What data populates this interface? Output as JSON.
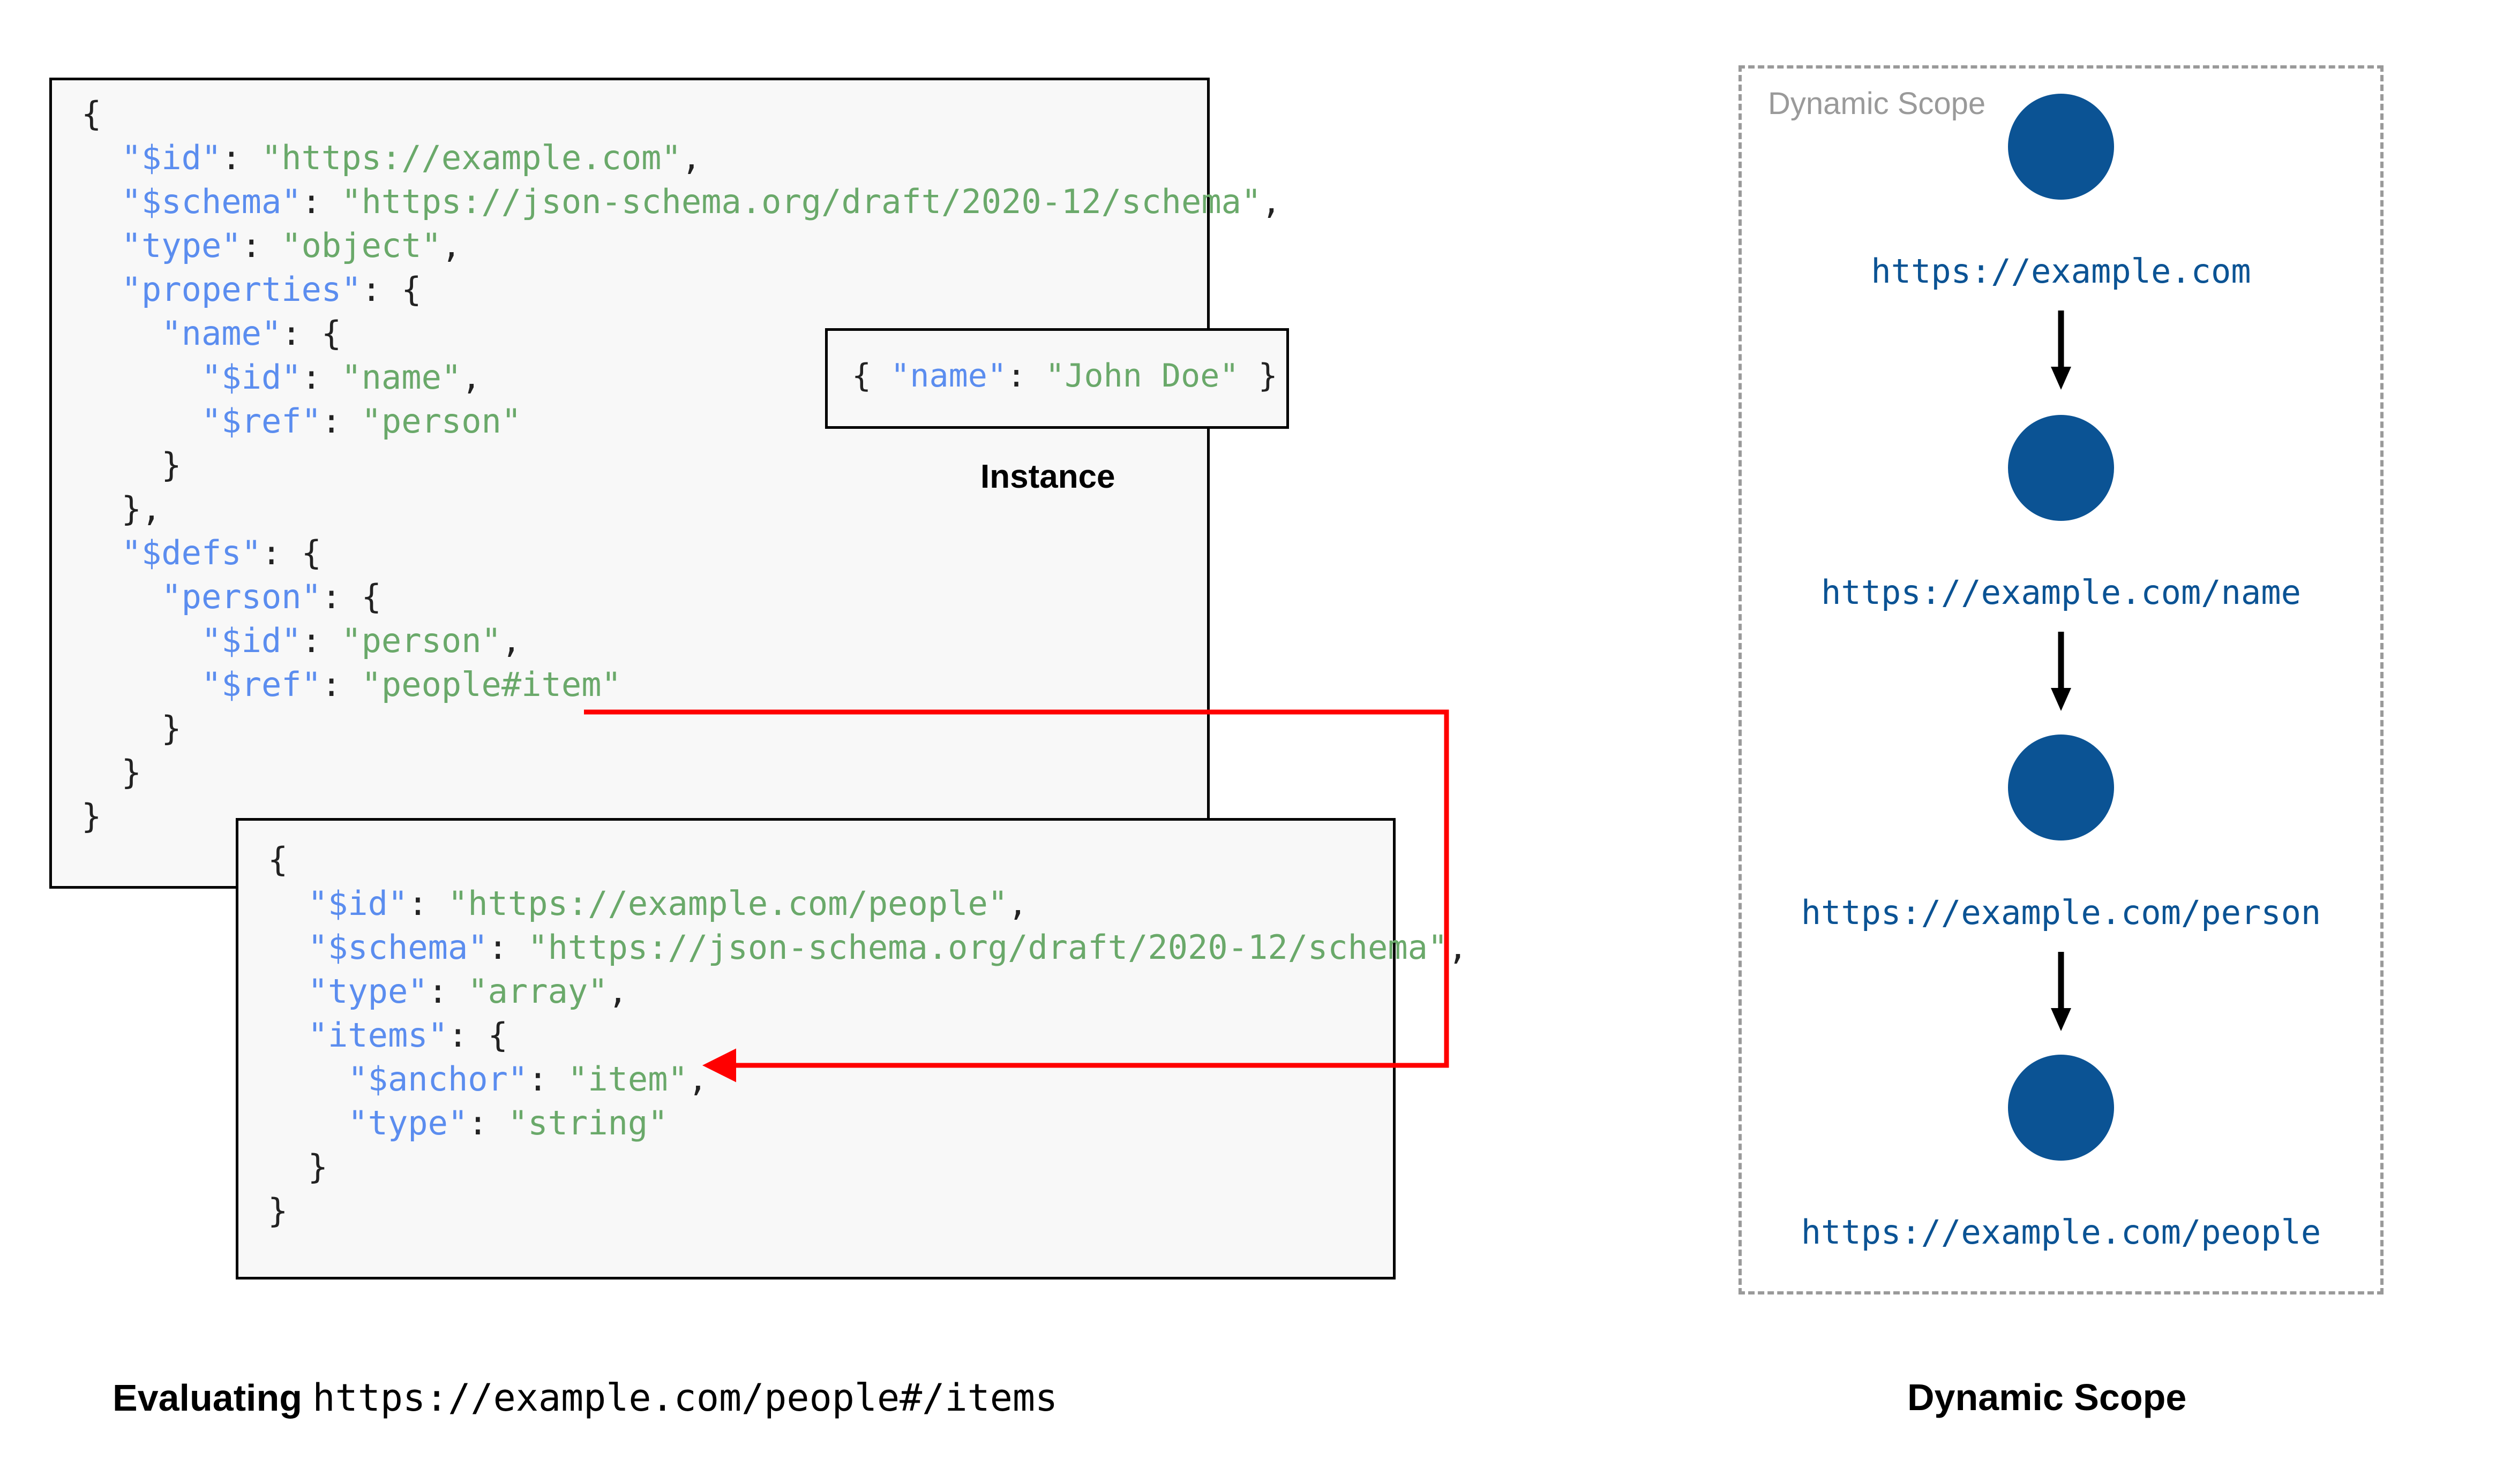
{
  "schema_root": {
    "lines": [
      [
        {
          "t": "{",
          "c": "p"
        }
      ],
      [
        {
          "t": "  ",
          "c": "p"
        },
        {
          "t": "\"$id\"",
          "c": "k"
        },
        {
          "t": ": ",
          "c": "p"
        },
        {
          "t": "\"https://example.com\"",
          "c": "s"
        },
        {
          "t": ",",
          "c": "p"
        }
      ],
      [
        {
          "t": "  ",
          "c": "p"
        },
        {
          "t": "\"$schema\"",
          "c": "k"
        },
        {
          "t": ": ",
          "c": "p"
        },
        {
          "t": "\"https://json-schema.org/draft/2020-12/schema\"",
          "c": "s"
        },
        {
          "t": ",",
          "c": "p"
        }
      ],
      [
        {
          "t": "  ",
          "c": "p"
        },
        {
          "t": "\"type\"",
          "c": "k"
        },
        {
          "t": ": ",
          "c": "p"
        },
        {
          "t": "\"object\"",
          "c": "s"
        },
        {
          "t": ",",
          "c": "p"
        }
      ],
      [
        {
          "t": "  ",
          "c": "p"
        },
        {
          "t": "\"properties\"",
          "c": "k"
        },
        {
          "t": ": {",
          "c": "p"
        }
      ],
      [
        {
          "t": "    ",
          "c": "p"
        },
        {
          "t": "\"name\"",
          "c": "k"
        },
        {
          "t": ": {",
          "c": "p"
        }
      ],
      [
        {
          "t": "      ",
          "c": "p"
        },
        {
          "t": "\"$id\"",
          "c": "k"
        },
        {
          "t": ": ",
          "c": "p"
        },
        {
          "t": "\"name\"",
          "c": "s"
        },
        {
          "t": ",",
          "c": "p"
        }
      ],
      [
        {
          "t": "      ",
          "c": "p"
        },
        {
          "t": "\"$ref\"",
          "c": "k"
        },
        {
          "t": ": ",
          "c": "p"
        },
        {
          "t": "\"person\"",
          "c": "s"
        }
      ],
      [
        {
          "t": "    }",
          "c": "p"
        }
      ],
      [
        {
          "t": "  },",
          "c": "p"
        }
      ],
      [
        {
          "t": "  ",
          "c": "p"
        },
        {
          "t": "\"$defs\"",
          "c": "k"
        },
        {
          "t": ": {",
          "c": "p"
        }
      ],
      [
        {
          "t": "    ",
          "c": "p"
        },
        {
          "t": "\"person\"",
          "c": "k"
        },
        {
          "t": ": {",
          "c": "p"
        }
      ],
      [
        {
          "t": "      ",
          "c": "p"
        },
        {
          "t": "\"$id\"",
          "c": "k"
        },
        {
          "t": ": ",
          "c": "p"
        },
        {
          "t": "\"person\"",
          "c": "s"
        },
        {
          "t": ",",
          "c": "p"
        }
      ],
      [
        {
          "t": "      ",
          "c": "p"
        },
        {
          "t": "\"$ref\"",
          "c": "k"
        },
        {
          "t": ": ",
          "c": "p"
        },
        {
          "t": "\"people#item\"",
          "c": "s"
        }
      ],
      [
        {
          "t": "    }",
          "c": "p"
        }
      ],
      [
        {
          "t": "  }",
          "c": "p"
        }
      ],
      [
        {
          "t": "}",
          "c": "p"
        }
      ]
    ]
  },
  "instance": {
    "label": "Instance",
    "lines": [
      [
        {
          "t": "{ ",
          "c": "p"
        },
        {
          "t": "\"name\"",
          "c": "k"
        },
        {
          "t": ": ",
          "c": "p"
        },
        {
          "t": "\"John Doe\"",
          "c": "s"
        },
        {
          "t": " }",
          "c": "p"
        }
      ]
    ]
  },
  "people_schema": {
    "lines": [
      [
        {
          "t": "{",
          "c": "p"
        }
      ],
      [
        {
          "t": "  ",
          "c": "p"
        },
        {
          "t": "\"$id\"",
          "c": "k"
        },
        {
          "t": ": ",
          "c": "p"
        },
        {
          "t": "\"https://example.com/people\"",
          "c": "s"
        },
        {
          "t": ",",
          "c": "p"
        }
      ],
      [
        {
          "t": "  ",
          "c": "p"
        },
        {
          "t": "\"$schema\"",
          "c": "k"
        },
        {
          "t": ": ",
          "c": "p"
        },
        {
          "t": "\"https://json-schema.org/draft/2020-12/schema\"",
          "c": "s"
        },
        {
          "t": ",",
          "c": "p"
        }
      ],
      [
        {
          "t": "  ",
          "c": "p"
        },
        {
          "t": "\"type\"",
          "c": "k"
        },
        {
          "t": ": ",
          "c": "p"
        },
        {
          "t": "\"array\"",
          "c": "s"
        },
        {
          "t": ",",
          "c": "p"
        }
      ],
      [
        {
          "t": "  ",
          "c": "p"
        },
        {
          "t": "\"items\"",
          "c": "k"
        },
        {
          "t": ": {",
          "c": "p"
        }
      ],
      [
        {
          "t": "    ",
          "c": "p"
        },
        {
          "t": "\"$anchor\"",
          "c": "k"
        },
        {
          "t": ": ",
          "c": "p"
        },
        {
          "t": "\"item\"",
          "c": "s"
        },
        {
          "t": ",",
          "c": "p"
        }
      ],
      [
        {
          "t": "    ",
          "c": "p"
        },
        {
          "t": "\"type\"",
          "c": "k"
        },
        {
          "t": ": ",
          "c": "p"
        },
        {
          "t": "\"string\"",
          "c": "s"
        }
      ],
      [
        {
          "t": "  }",
          "c": "p"
        }
      ],
      [
        {
          "t": "}",
          "c": "p"
        }
      ]
    ]
  },
  "dynamic_scope": {
    "title": "Dynamic Scope",
    "nodes": [
      {
        "label": "https://example.com"
      },
      {
        "label": "https://example.com/name"
      },
      {
        "label": "https://example.com/person"
      },
      {
        "label": "https://example.com/people"
      }
    ]
  },
  "captions": {
    "evaluating_lead": "Evaluating ",
    "evaluating_uri": "https://example.com/people#/items",
    "dynamic_scope": "Dynamic Scope"
  },
  "colors": {
    "json_key": "#5b8def",
    "json_string": "#6aa96a",
    "node_blue": "#0b5394",
    "ref_arrow_red": "#ff0000",
    "dashed_border": "#9a9a9a",
    "box_bg": "#f8f8f8"
  }
}
